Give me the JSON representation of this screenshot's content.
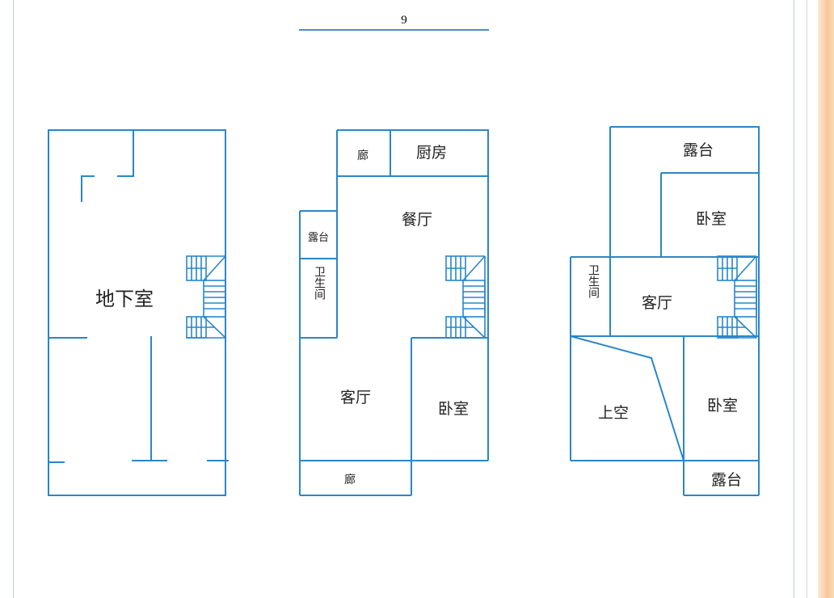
{
  "page_number": "9",
  "colors": {
    "wall": "#2a86c8",
    "strip": "#f7c79a"
  },
  "plans": [
    {
      "name": "basement",
      "labels": {
        "room": "地下室"
      }
    },
    {
      "name": "first-floor",
      "labels": {
        "corridor_top": "廊",
        "kitchen": "厨房",
        "dining": "餐厅",
        "terrace": "露台",
        "bathroom": "卫生间",
        "living": "客厅",
        "bedroom": "卧室",
        "corridor_bottom": "廊"
      }
    },
    {
      "name": "second-floor",
      "labels": {
        "terrace_top": "露台",
        "bedroom_top": "卧室",
        "bathroom": "卫生间",
        "living": "客厅",
        "void": "上空",
        "bedroom_bottom": "卧室",
        "terrace_bottom": "露台"
      }
    }
  ]
}
